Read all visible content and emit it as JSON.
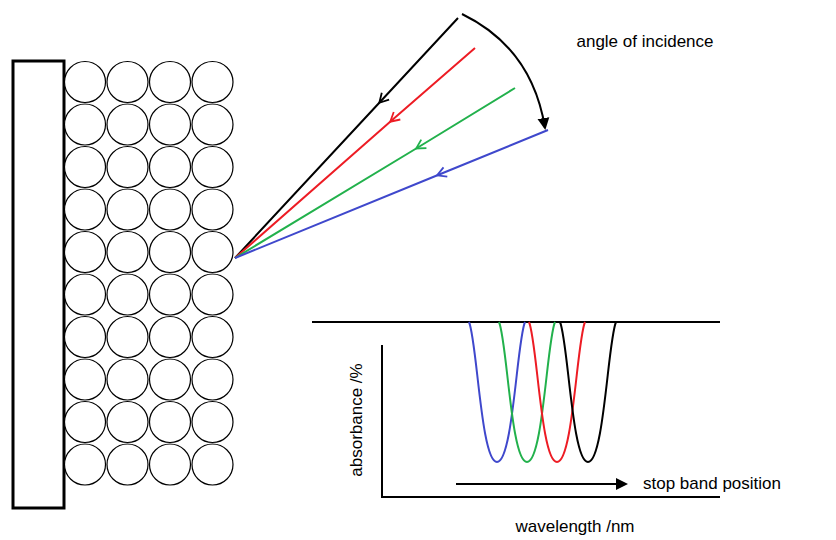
{
  "diagram": {
    "labels": [
      "angle of incidence",
      "absorbance /%",
      "stop band position",
      "wavelength /nm"
    ]
  }
}
